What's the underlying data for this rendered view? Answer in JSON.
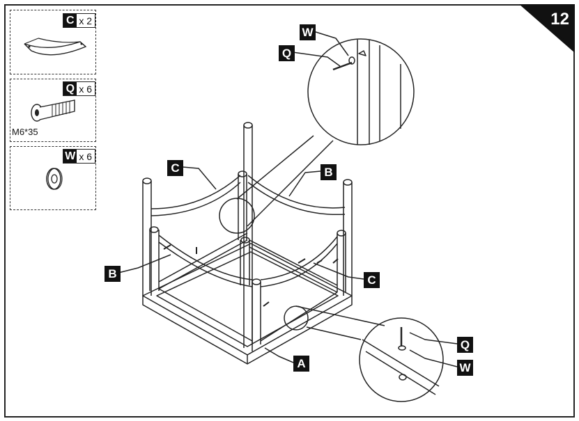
{
  "step": {
    "number": "12"
  },
  "parts": [
    {
      "letter": "C",
      "qty": "x 2",
      "icon": "curved-rail-icon"
    },
    {
      "letter": "Q",
      "qty": "x 6",
      "spec": "M6*35",
      "icon": "bolt-icon"
    },
    {
      "letter": "W",
      "qty": "x 6",
      "icon": "washer-icon"
    }
  ],
  "callouts": {
    "top_detail_w": "W",
    "top_detail_q": "Q",
    "left_c": "C",
    "right_b": "B",
    "left_b": "B",
    "right_c": "C",
    "bottom_a": "A",
    "bottom_detail_q": "Q",
    "bottom_detail_w": "W"
  }
}
